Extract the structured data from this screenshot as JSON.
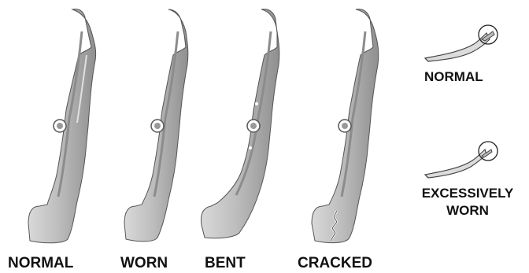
{
  "blade_labels": {
    "normal": "NORMAL",
    "worn": "WORN",
    "bent": "BENT",
    "cracked": "CRACKED"
  },
  "detail_labels": {
    "normal": "NORMAL",
    "excessively_worn_line1": "EXCESSIVELY",
    "excessively_worn_line2": "WORN"
  },
  "colors": {
    "blade_fill": "#b8b8b8",
    "blade_dark": "#8c8c8c",
    "blade_light": "#dcdcdc",
    "outline": "#444444",
    "text": "#111111"
  }
}
